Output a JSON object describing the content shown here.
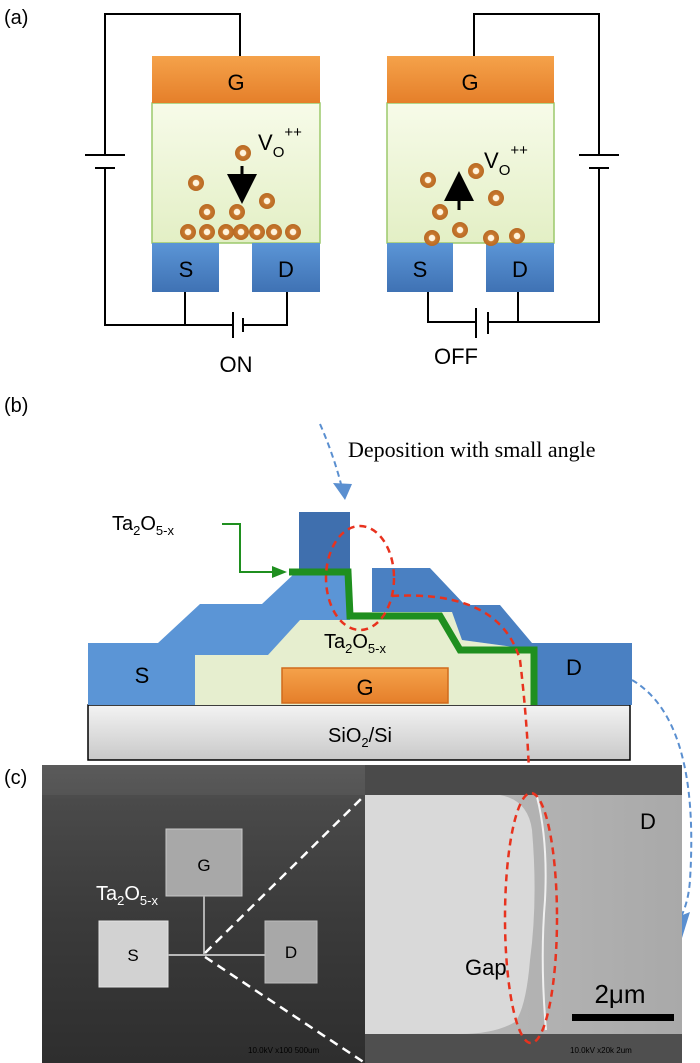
{
  "panel_a": {
    "label": "(a)",
    "on": {
      "gate": "G",
      "source": "S",
      "drain": "D",
      "ion_symbol": "V",
      "ion_subscript": "O",
      "ion_superscript": "++",
      "state": "ON"
    },
    "off": {
      "gate": "G",
      "source": "S",
      "drain": "D",
      "ion_symbol": "V",
      "ion_subscript": "O",
      "ion_superscript": "++",
      "state": "OFF"
    }
  },
  "panel_b": {
    "label": "(b)",
    "deposition_note": "Deposition with small angle",
    "film_label_main": "Ta",
    "film_label_sub1": "2",
    "film_label_mid": "O",
    "film_label_sub2": "5-x",
    "source": "S",
    "drain": "D",
    "gate": "G",
    "substrate_main": "SiO",
    "substrate_sub": "2",
    "substrate_tail": "/Si"
  },
  "panel_c": {
    "label": "(c)",
    "gate": "G",
    "source": "S",
    "drain": "D",
    "film_main": "Ta",
    "film_sub1": "2",
    "film_mid": "O",
    "film_sub2": "5-x",
    "gap_label": "Gap",
    "scale_label": "2μm",
    "sem_info_left": "10.0kV x100 500um",
    "sem_info_right": "10.0kV x20k 2um"
  },
  "colors": {
    "gate_orange": "#f0923a",
    "oxide_green": "#ecf5d6",
    "electrode_blue": "#4f86c6",
    "ion_brown": "#c8782e",
    "film_green": "#1f8f1f",
    "arrow_red": "#e8321e",
    "arrow_blue": "#5a8fd0"
  }
}
